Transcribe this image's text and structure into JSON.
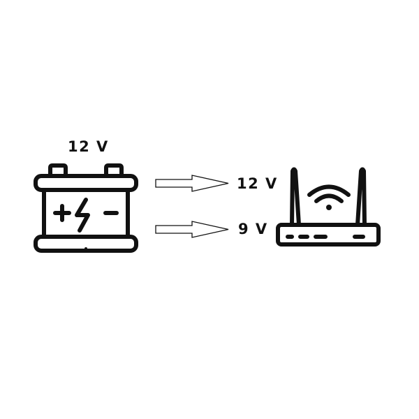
{
  "diagram": {
    "battery_voltage": "12 V",
    "outputs": [
      {
        "voltage": "12 V"
      },
      {
        "voltage": "9 V"
      }
    ]
  },
  "icons": {
    "source": "car-battery-icon",
    "device": "wifi-router-icon",
    "connector": "arrow-right-icon"
  },
  "colors": {
    "stroke": "#111111",
    "background": "#ffffff"
  }
}
